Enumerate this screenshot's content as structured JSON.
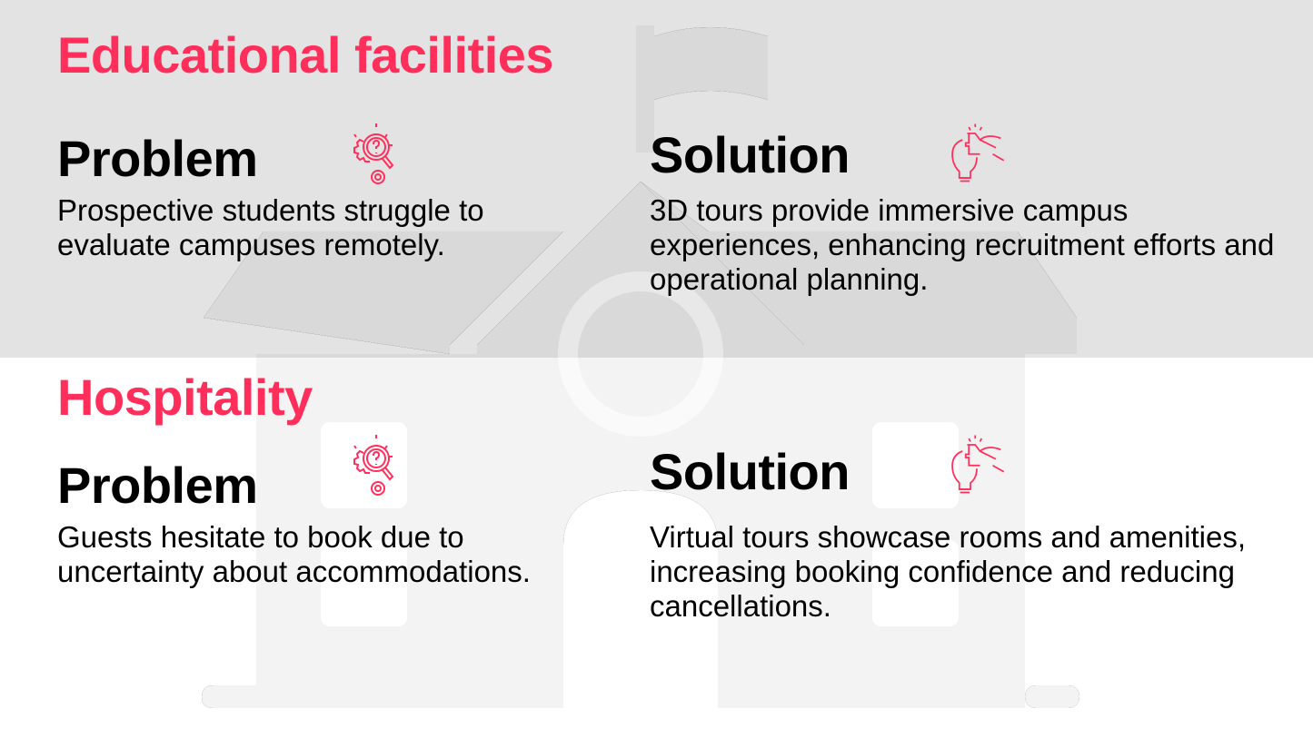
{
  "colors": {
    "accent": "#ff2e5b",
    "top_band": "#e3e3e3",
    "background": "#ffffff"
  },
  "sections": [
    {
      "title": "Educational facilities",
      "problem": {
        "heading": "Problem",
        "icon": "gear-magnifier-question-icon",
        "text": "Prospective students struggle to evaluate campuses remotely."
      },
      "solution": {
        "heading": "Solution",
        "icon": "lightbulb-puzzle-icon",
        "text": "3D tours provide immersive campus experiences, enhancing recruitment efforts and operational planning."
      }
    },
    {
      "title": "Hospitality",
      "problem": {
        "heading": "Problem",
        "icon": "gear-magnifier-question-icon",
        "text": "Guests hesitate to book due to uncertainty about accommodations."
      },
      "solution": {
        "heading": "Solution",
        "icon": "lightbulb-puzzle-icon",
        "text": "Virtual tours showcase rooms and amenities, increasing booking confidence and reducing cancellations."
      }
    }
  ]
}
